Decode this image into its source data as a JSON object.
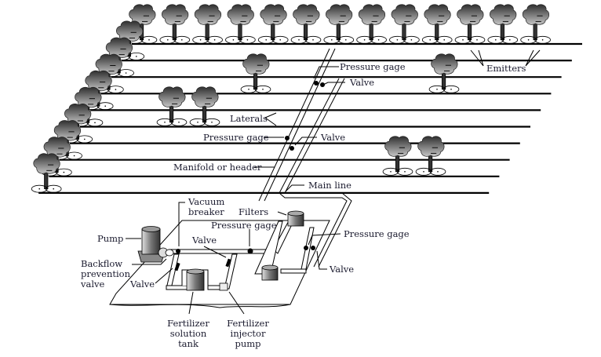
{
  "title": "Drip irrigation system layout",
  "labels": {
    "emitters": "Emitters",
    "pressure_gage_top": "Pressure gage",
    "valve_top": "Valve",
    "laterals": "Laterals",
    "pressure_gage_mid": "Pressure gage",
    "valve_mid": "Valve",
    "manifold": "Manifold or header",
    "main_line": "Main line",
    "vacuum_breaker": [
      "Vacuum",
      "breaker"
    ],
    "filters": "Filters",
    "pump": "Pump",
    "pressure_gage_head": "Pressure gage",
    "valve_head": "Valve",
    "pressure_gage_right": "Pressure gage",
    "backflow_valve": [
      "Backflow",
      "prevention",
      "valve"
    ],
    "valve_backflow": "Valve",
    "valve_right": "Valve",
    "fertilizer_tank": [
      "Fertilizer",
      "solution",
      "tank"
    ],
    "fertilizer_pump": [
      "Fertilizer",
      "injector",
      "pump"
    ]
  },
  "lateral_count": 10,
  "colors": {
    "line": "#000000",
    "text": "#1a1a2e",
    "tree_dark": "#3a3a3a",
    "tree_light": "#b8b8b8"
  }
}
